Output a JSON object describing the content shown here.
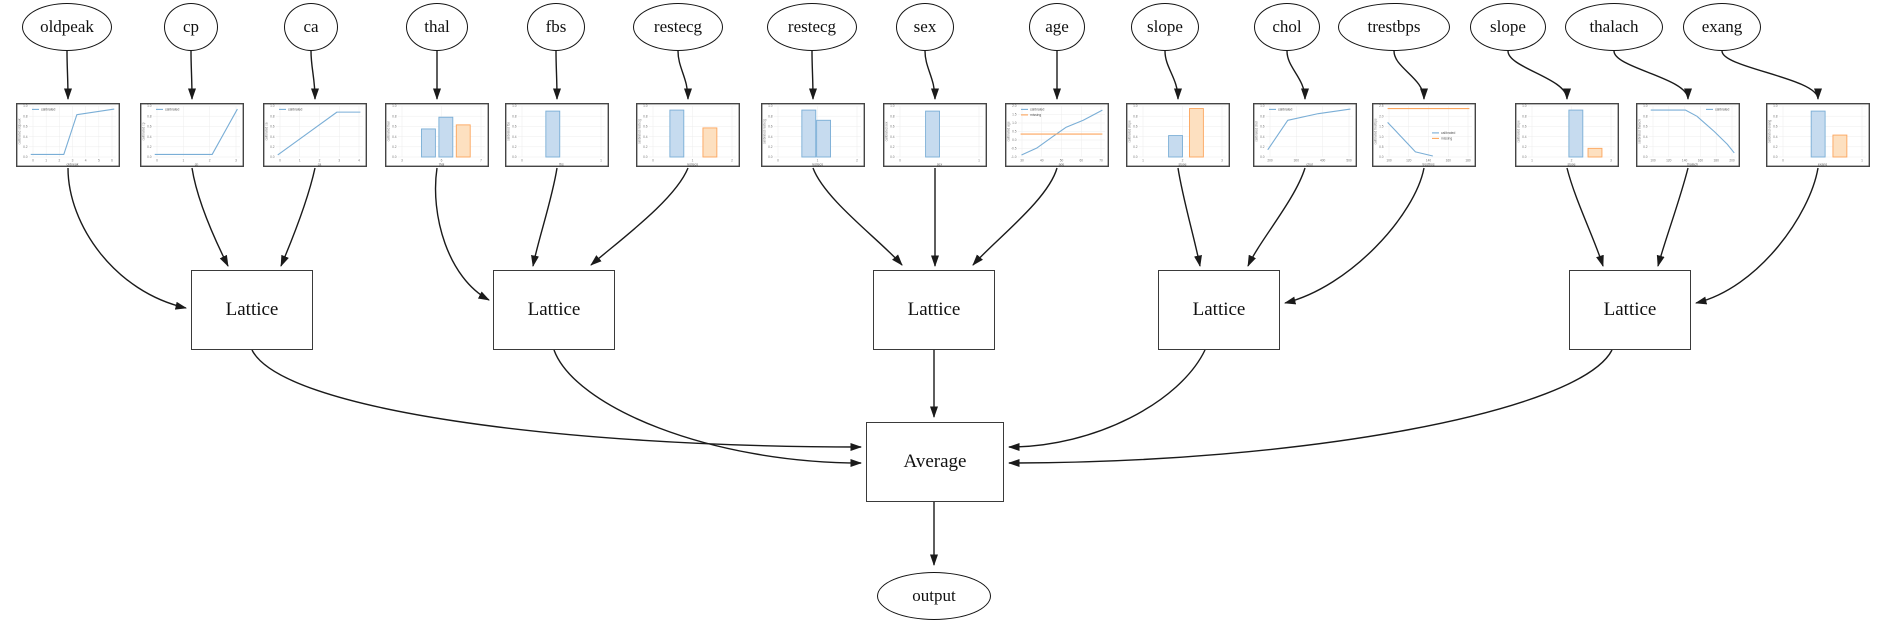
{
  "model_graph": {
    "aggregation_label": "Average",
    "output_label": "output",
    "lattice_label": "Lattice"
  },
  "features": [
    {
      "name": "oldpeak"
    },
    {
      "name": "cp"
    },
    {
      "name": "ca"
    },
    {
      "name": "thal"
    },
    {
      "name": "fbs"
    },
    {
      "name": "restecg"
    },
    {
      "name": "restecg"
    },
    {
      "name": "sex"
    },
    {
      "name": "age"
    },
    {
      "name": "slope"
    },
    {
      "name": "chol"
    },
    {
      "name": "trestbps"
    },
    {
      "name": "slope"
    },
    {
      "name": "thalach"
    },
    {
      "name": "exang"
    }
  ],
  "lattice_nodes": [
    {
      "label": "Lattice"
    },
    {
      "label": "Lattice"
    },
    {
      "label": "Lattice"
    },
    {
      "label": "Lattice"
    },
    {
      "label": "Lattice"
    }
  ],
  "colors": {
    "calibrated_line": "#7aaed6",
    "missing_line": "#fca55d",
    "bar_blue_fill": "#c6dbef",
    "bar_blue_edge": "#7aaed6",
    "bar_orange_fill": "#fde0c0",
    "bar_orange_edge": "#fca55d",
    "edge": "#1a1a1a",
    "grid": "#ebebeb"
  },
  "chart_data": [
    {
      "feature": "oldpeak",
      "type": "line",
      "xlabel": "oldpeak",
      "ylabel": "calibrated oldpeak",
      "yticks": [
        "1.0",
        "0.8",
        "0.6",
        "0.4",
        "0.2",
        "0.0"
      ],
      "xticks": [
        "0",
        "1",
        "2",
        "3",
        "4",
        "5",
        "6"
      ],
      "legend_pos": "tl",
      "legend": [
        {
          "label": "calibrated",
          "color": "blue"
        }
      ],
      "series": [
        {
          "name": "calibrated",
          "color": "blue",
          "points": [
            [
              0.02,
              0.05
            ],
            [
              0.4,
              0.05
            ],
            [
              0.55,
              0.83
            ],
            [
              0.98,
              0.94
            ]
          ]
        }
      ]
    },
    {
      "feature": "cp",
      "type": "line",
      "xlabel": "cp",
      "ylabel": "calibrated cp",
      "yticks": [
        "1.0",
        "0.8",
        "0.6",
        "0.4",
        "0.2",
        "0.0"
      ],
      "xticks": [
        "0",
        "1",
        "2",
        "3"
      ],
      "legend_pos": "tl",
      "legend": [
        {
          "label": "calibrated",
          "color": "blue"
        }
      ],
      "series": [
        {
          "name": "calibrated",
          "color": "blue",
          "points": [
            [
              0.02,
              0.05
            ],
            [
              0.68,
              0.05
            ],
            [
              0.97,
              0.94
            ]
          ]
        }
      ]
    },
    {
      "feature": "ca",
      "type": "line",
      "xlabel": "ca",
      "ylabel": "calibrated ca",
      "yticks": [
        "1.0",
        "0.8",
        "0.6",
        "0.4",
        "0.2",
        "0.0"
      ],
      "xticks": [
        "0",
        "1",
        "2",
        "3",
        "4"
      ],
      "legend_pos": "tl",
      "legend": [
        {
          "label": "calibrated",
          "color": "blue"
        }
      ],
      "series": [
        {
          "name": "calibrated",
          "color": "blue",
          "points": [
            [
              0.02,
              0.04
            ],
            [
              0.7,
              0.88
            ],
            [
              0.97,
              0.88
            ]
          ]
        }
      ]
    },
    {
      "feature": "thal",
      "type": "bar",
      "xlabel": "thal",
      "ylabel": "calibrated thal",
      "yticks": [
        "1.0",
        "0.8",
        "0.6",
        "0.4",
        "0.2",
        "0.0"
      ],
      "xticks": [
        "3",
        "6",
        "7"
      ],
      "bars": [
        {
          "x": 0.35,
          "h": 0.55,
          "color": "blue"
        },
        {
          "x": 0.55,
          "h": 0.78,
          "color": "blue"
        },
        {
          "x": 0.75,
          "h": 0.63,
          "color": "orange"
        }
      ]
    },
    {
      "feature": "fbs",
      "type": "bar",
      "xlabel": "fbs",
      "ylabel": "calibrated fbs",
      "yticks": [
        "1.0",
        "0.8",
        "0.6",
        "0.4",
        "0.2",
        "0.0"
      ],
      "xticks": [
        "0",
        "1"
      ],
      "bars": [
        {
          "x": 0.4,
          "h": 0.9,
          "color": "blue"
        }
      ]
    },
    {
      "feature": "restecg",
      "type": "bar",
      "xlabel": "restecg",
      "ylabel": "calibrated restecg",
      "yticks": [
        "1.0",
        "0.8",
        "0.6",
        "0.4",
        "0.2",
        "0.0"
      ],
      "xticks": [
        "0",
        "1",
        "2"
      ],
      "bars": [
        {
          "x": 0.32,
          "h": 0.92,
          "color": "blue"
        },
        {
          "x": 0.7,
          "h": 0.57,
          "color": "orange"
        }
      ]
    },
    {
      "feature": "restecg",
      "type": "bar",
      "xlabel": "restecg",
      "ylabel": "calibrated restecg",
      "yticks": [
        "1.0",
        "0.8",
        "0.6",
        "0.4",
        "0.2",
        "0.0"
      ],
      "xticks": [
        "0",
        "1",
        "2"
      ],
      "bars": [
        {
          "x": 0.4,
          "h": 0.92,
          "color": "blue"
        },
        {
          "x": 0.57,
          "h": 0.72,
          "color": "blue"
        }
      ]
    },
    {
      "feature": "sex",
      "type": "bar",
      "xlabel": "sex",
      "ylabel": "calibrated sex",
      "yticks": [
        "1.0",
        "0.8",
        "0.6",
        "0.4",
        "0.2",
        "0.0"
      ],
      "xticks": [
        "0",
        "1"
      ],
      "bars": [
        {
          "x": 0.42,
          "h": 0.9,
          "color": "blue"
        }
      ]
    },
    {
      "feature": "age",
      "type": "line",
      "xlabel": "age",
      "ylabel": "calibrated age",
      "yticks": [
        "2.0",
        "1.5",
        "1.0",
        "0.5",
        "0.0",
        "-0.5",
        "-1.0"
      ],
      "xticks": [
        "30",
        "40",
        "50",
        "60",
        "70"
      ],
      "legend_pos": "tl",
      "legend": [
        {
          "label": "calibrated",
          "color": "blue"
        },
        {
          "label": "missing",
          "color": "orange"
        }
      ],
      "series": [
        {
          "name": "calibrated",
          "color": "blue",
          "points": [
            [
              0.04,
              0.04
            ],
            [
              0.22,
              0.18
            ],
            [
              0.4,
              0.4
            ],
            [
              0.55,
              0.58
            ],
            [
              0.75,
              0.72
            ],
            [
              0.97,
              0.92
            ]
          ]
        },
        {
          "name": "missing",
          "color": "orange",
          "points": [
            [
              0.03,
              0.45
            ],
            [
              0.97,
              0.45
            ]
          ]
        }
      ]
    },
    {
      "feature": "slope",
      "type": "bar",
      "xlabel": "slope",
      "ylabel": "calibrated slope",
      "yticks": [
        "1.0",
        "0.8",
        "0.6",
        "0.4",
        "0.2",
        "0.0"
      ],
      "xticks": [
        "1",
        "2",
        "3"
      ],
      "bars": [
        {
          "x": 0.42,
          "h": 0.42,
          "color": "blue"
        },
        {
          "x": 0.66,
          "h": 0.95,
          "color": "orange"
        }
      ]
    },
    {
      "feature": "chol",
      "type": "line",
      "xlabel": "chol",
      "ylabel": "calibrated chol",
      "yticks": [
        "1.0",
        "0.8",
        "0.6",
        "0.4",
        "0.2",
        "0.0"
      ],
      "xticks": [
        "200",
        "300",
        "400",
        "500"
      ],
      "legend_pos": "tl",
      "legend": [
        {
          "label": "calibrated",
          "color": "blue"
        }
      ],
      "series": [
        {
          "name": "calibrated",
          "color": "blue",
          "points": [
            [
              0.02,
              0.14
            ],
            [
              0.25,
              0.72
            ],
            [
              0.6,
              0.85
            ],
            [
              0.97,
              0.94
            ]
          ]
        }
      ]
    },
    {
      "feature": "trestbps",
      "type": "line",
      "xlabel": "trestbps",
      "ylabel": "calibrated trestbps",
      "yticks": [
        "2.5",
        "2.0",
        "1.5",
        "1.0",
        "0.5",
        "0.0"
      ],
      "xticks": [
        "100",
        "120",
        "140",
        "160",
        "180"
      ],
      "legend_pos": "mr",
      "legend": [
        {
          "label": "calibrated",
          "color": "blue"
        },
        {
          "label": "missing",
          "color": "orange"
        }
      ],
      "series": [
        {
          "name": "calibrated",
          "color": "blue",
          "points": [
            [
              0.03,
              0.68
            ],
            [
              0.35,
              0.1
            ],
            [
              0.55,
              0.02
            ]
          ]
        },
        {
          "name": "missing",
          "color": "orange",
          "points": [
            [
              0.03,
              0.95
            ],
            [
              0.97,
              0.95
            ]
          ]
        }
      ]
    },
    {
      "feature": "slope",
      "type": "bar",
      "xlabel": "slope",
      "ylabel": "calibrated slope",
      "yticks": [
        "1.0",
        "0.8",
        "0.6",
        "0.4",
        "0.2",
        "0.0"
      ],
      "xticks": [
        "1",
        "2",
        "3"
      ],
      "bars": [
        {
          "x": 0.55,
          "h": 0.92,
          "color": "blue"
        },
        {
          "x": 0.77,
          "h": 0.17,
          "color": "orange"
        }
      ]
    },
    {
      "feature": "thalach",
      "type": "line",
      "xlabel": "thalach",
      "ylabel": "calibrated thalach",
      "yticks": [
        "1.0",
        "0.8",
        "0.6",
        "0.4",
        "0.2",
        "0.0"
      ],
      "xticks": [
        "100",
        "120",
        "140",
        "160",
        "180",
        "200"
      ],
      "legend_pos": "tr",
      "legend": [
        {
          "label": "calibrated",
          "color": "blue"
        }
      ],
      "series": [
        {
          "name": "calibrated",
          "color": "blue",
          "points": [
            [
              0.02,
              0.92
            ],
            [
              0.42,
              0.92
            ],
            [
              0.55,
              0.8
            ],
            [
              0.75,
              0.5
            ],
            [
              0.9,
              0.25
            ],
            [
              0.98,
              0.08
            ]
          ]
        }
      ]
    },
    {
      "feature": "exang",
      "type": "bar",
      "xlabel": "exang",
      "ylabel": "calibrated exang",
      "yticks": [
        "1.0",
        "0.8",
        "0.6",
        "0.4",
        "0.2",
        "0.0"
      ],
      "xticks": [
        "0",
        "1"
      ],
      "bars": [
        {
          "x": 0.45,
          "h": 0.9,
          "color": "blue"
        },
        {
          "x": 0.7,
          "h": 0.43,
          "color": "orange"
        }
      ]
    }
  ]
}
